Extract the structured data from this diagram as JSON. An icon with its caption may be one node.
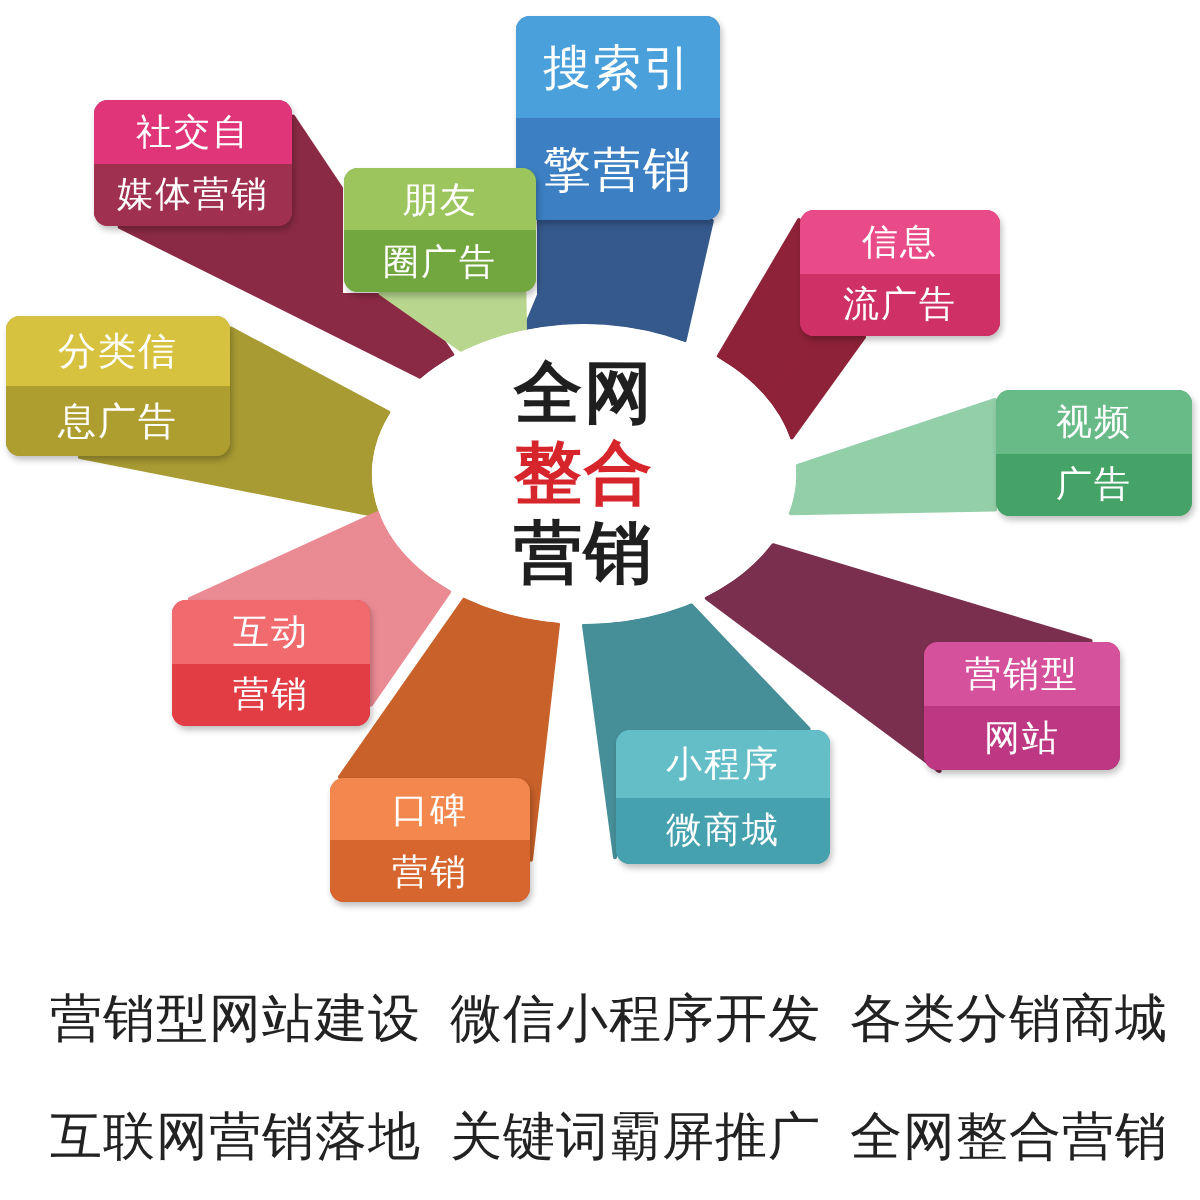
{
  "diagram": {
    "nodes": [
      {
        "text": [
          "全网",
          "整合",
          "营销"
        ]
      },
      {
        "text": [
          "搜索引",
          "擎营销"
        ]
      },
      {
        "text": [
          "社交自",
          "媒体营销"
        ]
      },
      {
        "text": [
          "朋友",
          "圈广告"
        ]
      },
      {
        "text": [
          "信息",
          "流广告"
        ]
      },
      {
        "text": [
          "分类信",
          "息广告"
        ]
      },
      {
        "text": [
          "视频",
          "广告"
        ]
      },
      {
        "text": [
          "互动",
          "营销"
        ]
      },
      {
        "text": [
          "营销型",
          "网站"
        ]
      },
      {
        "text": [
          "小程序",
          "微商城"
        ]
      },
      {
        "text": [
          "口碑",
          "营销"
        ]
      }
    ],
    "edges": [
      {
        "from": 0,
        "to": 1,
        "arrow": "none",
        "color": "#36598c"
      },
      {
        "from": 0,
        "to": 2,
        "arrow": "none",
        "color": "#8b2a45"
      },
      {
        "from": 0,
        "to": 3,
        "arrow": "none",
        "color": "#b9d68f"
      },
      {
        "from": 0,
        "to": 4,
        "arrow": "none",
        "color": "#8e2238"
      },
      {
        "from": 0,
        "to": 5,
        "arrow": "none",
        "color": "#a89b33"
      },
      {
        "from": 0,
        "to": 6,
        "arrow": "none",
        "color": "#93cfa8"
      },
      {
        "from": 0,
        "to": 7,
        "arrow": "none",
        "color": "#ea8a93"
      },
      {
        "from": 0,
        "to": 8,
        "arrow": "none",
        "color": "#7b2f4e"
      },
      {
        "from": 0,
        "to": 9,
        "arrow": "none",
        "color": "#478f98"
      },
      {
        "from": 0,
        "to": 10,
        "arrow": "none",
        "color": "#c9612a"
      }
    ],
    "labels": [
      "营销型网站建设",
      "微信小程序开发",
      "各类分销商城",
      "互联网营销落地",
      "关键词霸屏推广",
      "全网整合营销"
    ]
  }
}
